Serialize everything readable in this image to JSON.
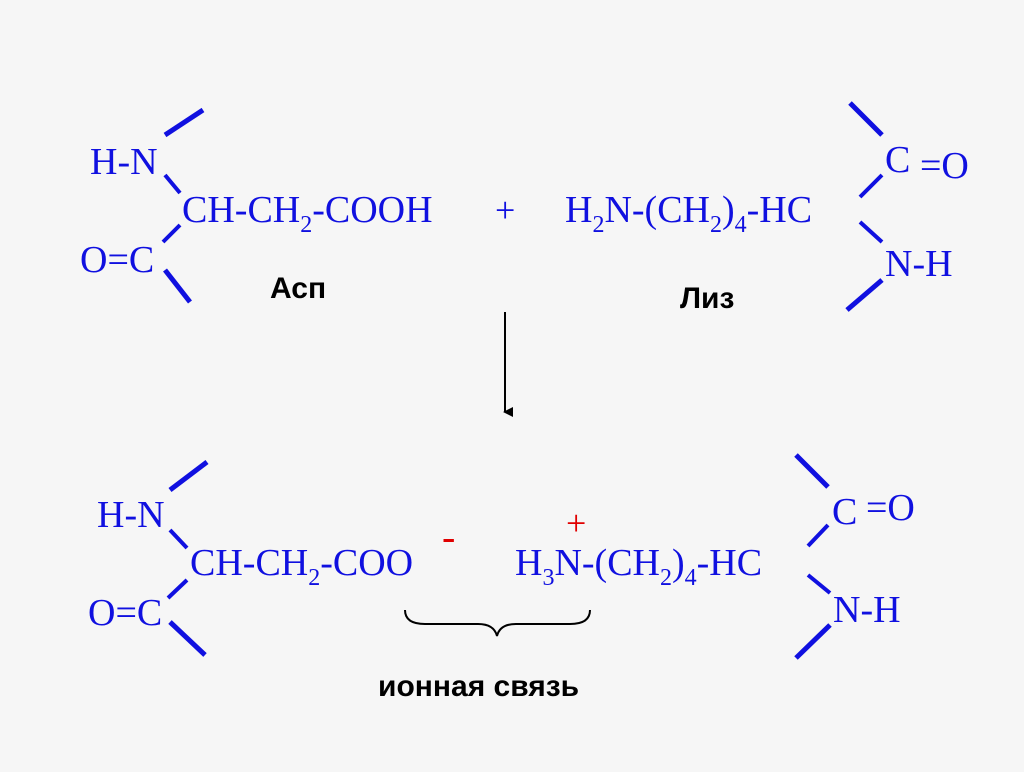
{
  "colors": {
    "formula": "#1010e0",
    "charge": "#e00000",
    "caption": "#000000",
    "background": "#f6f6f6"
  },
  "top": {
    "asp": {
      "hn": "H-N",
      "chain_a": "CH-CH",
      "sub2": "2",
      "chain_b": "-COOH",
      "oc": "O=C"
    },
    "plus": "+",
    "lys": {
      "h": "H",
      "sub2": "2",
      "chain_a": "N-(CH",
      "chain_sub2": "2",
      "paren": ")",
      "sub4": "4",
      "chain_b": "-HC",
      "c": "C",
      "eqo": "=O",
      "nh": "N-H"
    },
    "label_asp": "Асп",
    "label_lys": "Лиз"
  },
  "bottom": {
    "asp": {
      "hn": "H-N",
      "chain_a": "CH-CH",
      "sub2": "2",
      "chain_b": "-COO",
      "minus": "-",
      "oc": "O=C"
    },
    "lys": {
      "h": "H",
      "sub3": "3",
      "plus": "+",
      "chain_a": "N-(CH",
      "chain_sub2": "2",
      "paren": ")",
      "sub4": "4",
      "chain_b": "-HC",
      "c": "C",
      "eqo": "=O",
      "nh": "N-H"
    },
    "bond_label": "ионная связь"
  }
}
